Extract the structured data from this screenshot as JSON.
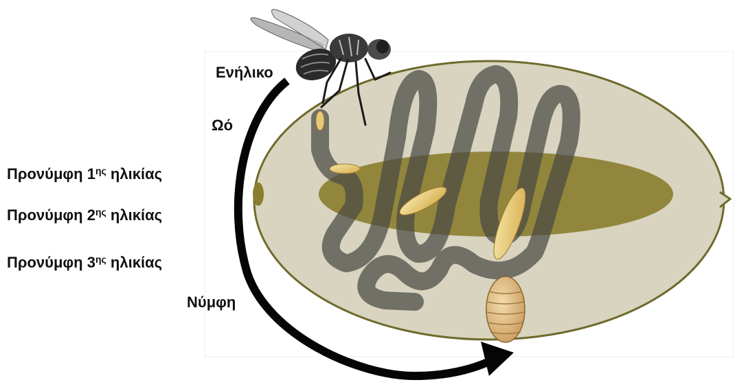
{
  "labels": {
    "adult": "Ενήλικο",
    "egg": "Ωό",
    "larva1": {
      "prefix": "Προνύμφη 1",
      "sup": "ης",
      "suffix": " ηλικίας"
    },
    "larva2": {
      "prefix": "Προνύμφη 2",
      "sup": "ης",
      "suffix": " ηλικίας"
    },
    "larva3": {
      "prefix": "Προνύμφη 3",
      "sup": "ης",
      "suffix": " ηλικίας"
    },
    "pupa": "Νύμφη"
  },
  "colors": {
    "fruit_fill": "#d8d4bf",
    "fruit_outline": "#6f6a2c",
    "seed": "#8a7d2e",
    "tunnel": "#4a4a44",
    "larva": "#e8c978",
    "pupa": "#e2c38f",
    "arrow": "#050505"
  }
}
